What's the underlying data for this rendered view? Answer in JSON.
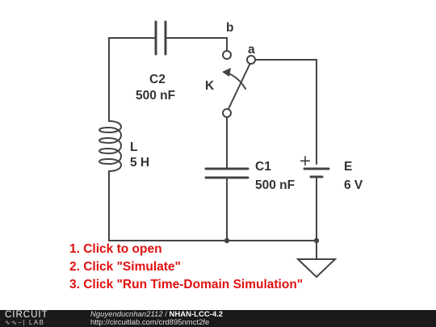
{
  "schematic": {
    "node_b": "b",
    "node_a": "a",
    "switch": "K",
    "c2": {
      "name": "C2",
      "value": "500 nF"
    },
    "inductor": {
      "name": "L",
      "value": "5 H"
    },
    "c1": {
      "name": "C1",
      "value": "500 nF"
    },
    "source": {
      "name": "E",
      "value": "6 V",
      "polarity": "+"
    }
  },
  "instructions": [
    "1. Click to open",
    "2. Click \"Simulate\"",
    "3. Click \"Run Time-Domain Simulation\""
  ],
  "footer": {
    "logo_top": "CIRCUIT",
    "logo_bottom": "LAB",
    "author": "Nguyenducnhan2112",
    "separator": " / ",
    "title": "NHAN-LCC-4.2",
    "url": "http://circuitlab.com/crd895nmct2fe"
  },
  "colors": {
    "wire": "#444444",
    "label": "#333333",
    "instruction": "#e01010",
    "footer_bg": "#1a1a1a"
  }
}
